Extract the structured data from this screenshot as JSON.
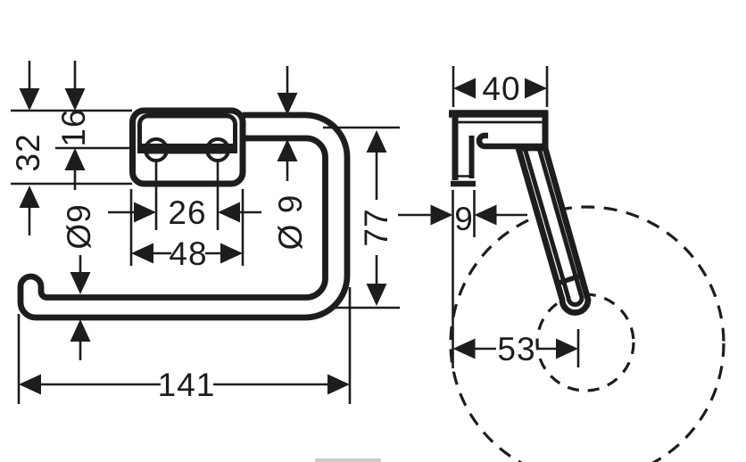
{
  "colors": {
    "ink": "#1d1d1b",
    "paper": "#ffffff"
  },
  "front_view": {
    "dims": {
      "plate_height": "32",
      "plate_top_to_seam": "16",
      "bar_diameter_left": "Ø9",
      "hole_spacing": "26",
      "plate_width": "48",
      "bar_diameter_top": "Ø 9",
      "bar_center_span": "77",
      "overall_width": "141"
    }
  },
  "side_view": {
    "dims": {
      "depth": "40",
      "plate_thickness": "9",
      "wall_to_roll_axis": "53"
    }
  }
}
